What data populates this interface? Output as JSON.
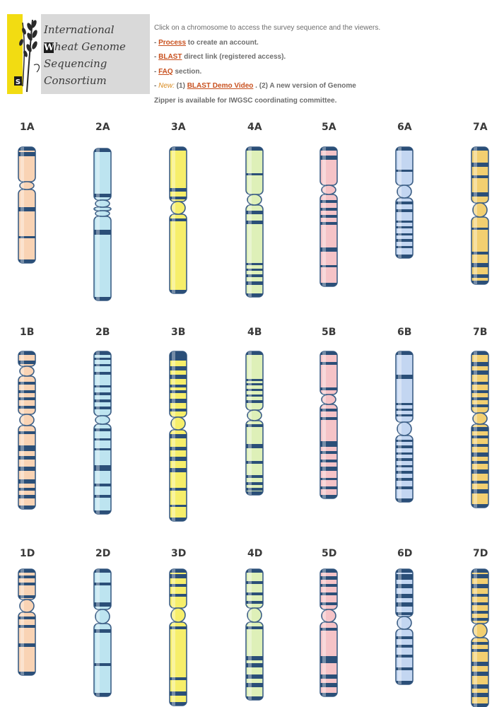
{
  "header": {
    "logo": {
      "line1": "International",
      "line2_initial": "W",
      "line2_rest": "heat Genome",
      "line3": "Sequencing",
      "line4": "Consortium"
    },
    "intro_text": "Click on a chromosome to access the survey sequence and the viewers.",
    "bullets": [
      {
        "prefix": "- ",
        "link": "Process",
        "text": " to create an account."
      },
      {
        "prefix": "- ",
        "link": "BLAST",
        "text": " direct link (registered access)."
      },
      {
        "prefix": "- ",
        "link": "FAQ",
        "text": " section."
      }
    ],
    "news": {
      "prefix": "- ",
      "tag": "New:",
      "num1": " (1) ",
      "link": "BLAST Demo Video",
      "text1": " .  (2) A new version of Genome",
      "text2": "Zipper is available for IWGSC coordinating committee."
    }
  },
  "colors": {
    "1": "#f9d3b4",
    "2": "#bde4f0",
    "3": "#f6ee6a",
    "4": "#def0b8",
    "5": "#f5c3c7",
    "6": "#c3d6f1",
    "7": "#f2cf70",
    "band": "#2b4f78",
    "outline": "#3d5f86"
  },
  "chromosomes": [
    {
      "name": "1A",
      "group": "1",
      "genome": "A"
    },
    {
      "name": "2A",
      "group": "2",
      "genome": "A"
    },
    {
      "name": "3A",
      "group": "3",
      "genome": "A"
    },
    {
      "name": "4A",
      "group": "4",
      "genome": "A"
    },
    {
      "name": "5A",
      "group": "5",
      "genome": "A"
    },
    {
      "name": "6A",
      "group": "6",
      "genome": "A"
    },
    {
      "name": "7A",
      "group": "7",
      "genome": "A"
    },
    {
      "name": "1B",
      "group": "1",
      "genome": "B"
    },
    {
      "name": "2B",
      "group": "2",
      "genome": "B"
    },
    {
      "name": "3B",
      "group": "3",
      "genome": "B"
    },
    {
      "name": "4B",
      "group": "4",
      "genome": "B"
    },
    {
      "name": "5B",
      "group": "5",
      "genome": "B"
    },
    {
      "name": "6B",
      "group": "6",
      "genome": "B"
    },
    {
      "name": "7B",
      "group": "7",
      "genome": "B"
    },
    {
      "name": "1D",
      "group": "1",
      "genome": "D"
    },
    {
      "name": "2D",
      "group": "2",
      "genome": "D"
    },
    {
      "name": "3D",
      "group": "3",
      "genome": "D"
    },
    {
      "name": "4D",
      "group": "4",
      "genome": "D"
    },
    {
      "name": "5D",
      "group": "5",
      "genome": "D"
    },
    {
      "name": "6D",
      "group": "6",
      "genome": "D"
    },
    {
      "name": "7D",
      "group": "7",
      "genome": "D"
    }
  ]
}
